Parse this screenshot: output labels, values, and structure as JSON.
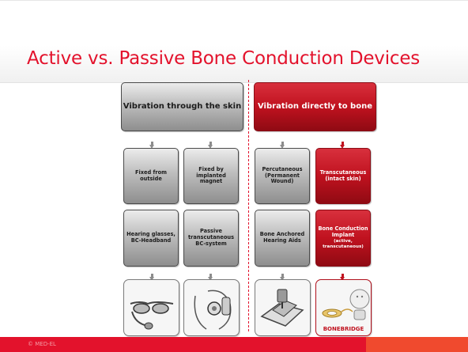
{
  "slide": {
    "title": "Active vs. Passive Bone Conduction Devices",
    "footer": "© MED-EL"
  },
  "diagram": {
    "passive": {
      "header": "Vibration through the skin",
      "mid": [
        "Fixed from outside",
        "Fixed by implanted magnet"
      ],
      "bottom": [
        "Hearing glasses, BC-Headband",
        "Passive transcutaneous BC-system"
      ]
    },
    "active": {
      "header": "Vibration directly to bone",
      "mid": [
        "Percutaneous (Permanent Wound)",
        "Transcutaneous (intact skin)"
      ],
      "bottom": [
        "Bone Anchored Hearing Aids"
      ],
      "implant_title": "Bone Conduction Implant",
      "implant_note": "(active, transcutaneous)",
      "product_label": "BONEBRIDGE"
    }
  },
  "colors": {
    "accent": "#e3122c",
    "box_red": "#c0121f",
    "box_gray": "#bdbdbd"
  }
}
